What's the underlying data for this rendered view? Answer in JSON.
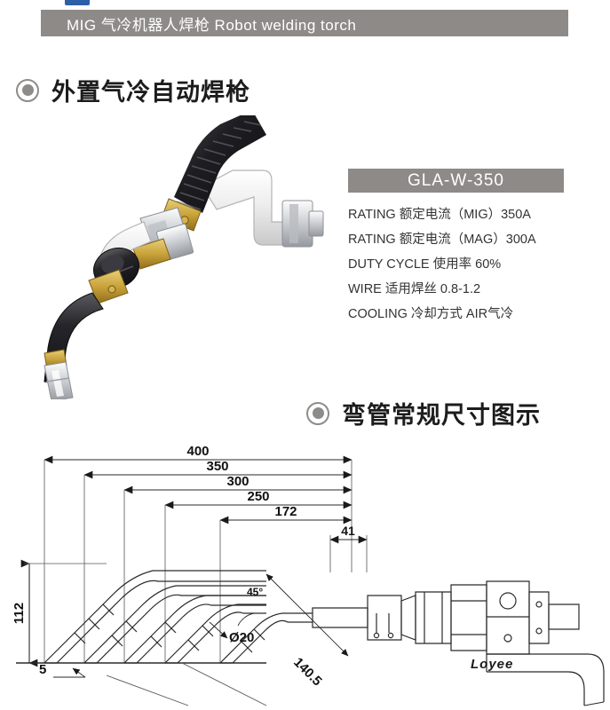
{
  "banner": {
    "title": "MIG 气冷机器人焊枪  Robot welding torch",
    "bg_color": "#8d8a88",
    "text_color": "#ffffff"
  },
  "logo": {
    "name": "brand-logo-fragment",
    "color": "#2d5fa8"
  },
  "sections": [
    {
      "id": "section-product",
      "title": "外置气冷自动焊枪",
      "bullet_color": "#8e8c8a"
    },
    {
      "id": "section-dimensions",
      "title": "弯管常规尺寸图示",
      "bullet_color": "#8e8c8a"
    }
  ],
  "product_photo": {
    "name": "mig-welding-torch-photo",
    "alt": "外置气冷自动焊枪 product photograph"
  },
  "spec_panel": {
    "model": "GLA-W-350",
    "model_bar_color": "#8d8a88",
    "lines": [
      "RATING 额定电流（MIG）350A",
      "RATING 额定电流（MAG）300A",
      "DUTY CYCLE 使用率 60%",
      "WIRE 适用焊丝 0.8-1.2",
      "COOLING 冷却方式 AIR气冷"
    ]
  },
  "drawing": {
    "name": "bend-tube-dimension-drawing",
    "brand_mark": "Loyee",
    "horizontal_dimensions": [
      {
        "label": "400",
        "value": 400
      },
      {
        "label": "350",
        "value": 350
      },
      {
        "label": "300",
        "value": 300
      },
      {
        "label": "250",
        "value": 250
      },
      {
        "label": "172",
        "value": 172
      },
      {
        "label": "41",
        "value": 41
      }
    ],
    "vertical_dimension": {
      "label": "112",
      "value": 112
    },
    "annotations": [
      {
        "label": "45°",
        "kind": "angle"
      },
      {
        "label": "Ø20",
        "kind": "diameter"
      },
      {
        "label": "140.5",
        "kind": "length"
      },
      {
        "label": "5",
        "kind": "offset"
      }
    ],
    "bend_count": 5,
    "units": "mm"
  }
}
